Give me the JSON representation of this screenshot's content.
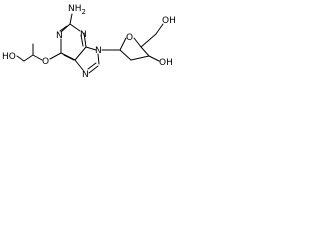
{
  "structure": {
    "labels": {
      "amino": "NH",
      "amino_sub": "2",
      "n_pyr_top": "N",
      "n_pyr_left": "N",
      "n_imid_top": "N",
      "n_imid_bottom": "N",
      "o_ether": "O",
      "oh_left": "HO",
      "o_ring": "O",
      "oh_top": "OH",
      "oh_right": "OH"
    }
  }
}
